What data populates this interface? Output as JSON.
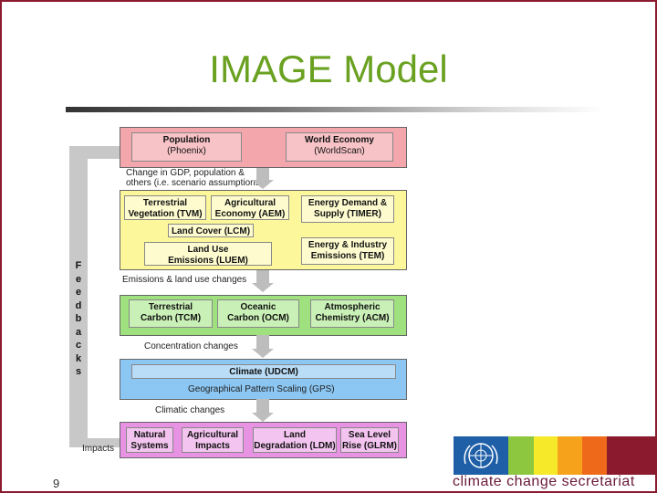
{
  "slide": {
    "title": "IMAGE Model",
    "page_number": "9",
    "org_label": "climate change secretariat"
  },
  "diagram": {
    "feedbacks_label": [
      "F",
      "e",
      "e",
      "d",
      "b",
      "a",
      "c",
      "k",
      "s"
    ],
    "impacts_label": "Impacts",
    "row1": {
      "population": {
        "name": "Population",
        "sub": "(Phoenix)"
      },
      "world_economy": {
        "name": "World Economy",
        "sub": "(WorldScan)"
      }
    },
    "note1": [
      "Change in GDP, population &",
      "others (i.e. scenario assumptions)"
    ],
    "row2": {
      "terrestrial_vegetation": {
        "line1": "Terrestrial",
        "line2": "Vegetation (TVM)"
      },
      "agricultural_economy": {
        "line1": "Agricultural",
        "line2": "Economy (AEM)"
      },
      "land_cover": {
        "line1": "Land Cover (LCM)"
      },
      "land_use_emissions": {
        "line1": "Land Use",
        "line2": "Emissions (LUEM)"
      },
      "energy_demand": {
        "line1": "Energy Demand &",
        "line2": "Supply (TIMER)"
      },
      "energy_industry": {
        "line1": "Energy & Industry",
        "line2": "Emissions (TEM)"
      }
    },
    "note2": "Emissions & land use changes",
    "row3": {
      "terrestrial_carbon": {
        "line1": "Terrestrial",
        "line2": "Carbon (TCM)"
      },
      "oceanic_carbon": {
        "line1": "Oceanic",
        "line2": "Carbon (OCM)"
      },
      "atmospheric_chemistry": {
        "line1": "Atmospheric",
        "line2": "Chemistry (ACM)"
      }
    },
    "note3": "Concentration changes",
    "row4": {
      "climate": "Climate (UDCM)",
      "gps": "Geographical Pattern Scaling (GPS)"
    },
    "note4": "Climatic changes",
    "row5": {
      "natural_systems": {
        "line1": "Natural",
        "line2": "Systems"
      },
      "agricultural_impacts": {
        "line1": "Agricultural",
        "line2": "Impacts"
      },
      "land_degradation": {
        "line1": "Land",
        "line2": "Degradation (LDM)"
      },
      "sea_level_rise": {
        "line1": "Sea Level",
        "line2": "Rise (GLRM)"
      }
    }
  },
  "colors": {
    "title": "#6aa121",
    "frame": "#8b1a2e",
    "row1_band": "#f4a6ad",
    "row2_band": "#fdf79b",
    "row3_band": "#9fe17e",
    "row4_band": "#8cc6f2",
    "row5_band": "#e892e3"
  }
}
